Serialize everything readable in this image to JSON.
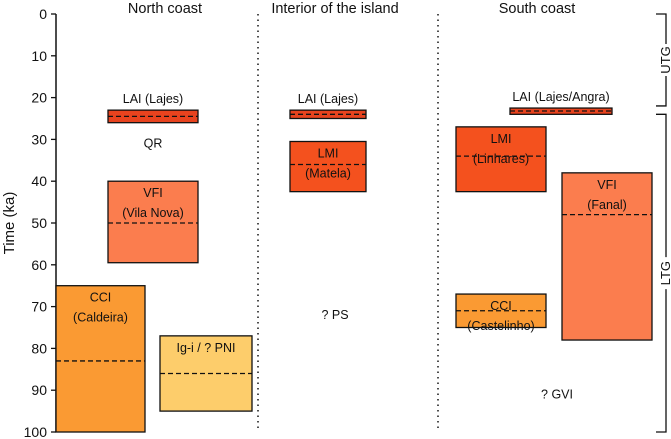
{
  "chart_data": {
    "type": "range-bar",
    "ylabel": "Time (ka)",
    "ylim": [
      0,
      100
    ],
    "y_inverted": true,
    "y_ticks": [
      "0",
      "10",
      "20",
      "30",
      "40",
      "50",
      "60",
      "70",
      "80",
      "90",
      "100"
    ],
    "columns": [
      {
        "title": "North coast"
      },
      {
        "title": "Interior of the island"
      },
      {
        "title": "South coast"
      }
    ],
    "boxes": [
      {
        "column": 0,
        "lane": "full",
        "labels": [
          "LAI (Lajes)"
        ],
        "label_pos": "above",
        "top": 23,
        "bottom": 26,
        "dash": 24.5,
        "color": "#e8431e"
      },
      {
        "column": 0,
        "lane": "mid",
        "labels": [
          "VFI",
          "(Vila Nova)"
        ],
        "label_pos": "inside",
        "top": 40,
        "bottom": 59.5,
        "dash": 50,
        "color": "#fb7d4e"
      },
      {
        "column": 0,
        "lane": "left",
        "labels": [
          "CCI",
          "(Caldeira)"
        ],
        "label_pos": "inside",
        "top": 65,
        "bottom": 100,
        "dash": 83,
        "color": "#fa9a33"
      },
      {
        "column": 0,
        "lane": "right",
        "labels": [
          "Ig-i / ? PNI"
        ],
        "label_pos": "inside",
        "top": 77,
        "bottom": 95,
        "dash": 86,
        "color": "#fdcd6b"
      },
      {
        "column": 1,
        "lane": "full",
        "labels": [
          "LAI (Lajes)"
        ],
        "label_pos": "above",
        "top": 23,
        "bottom": 25,
        "dash": 24,
        "color": "#e8431e"
      },
      {
        "column": 1,
        "lane": "full",
        "labels": [
          "LMI",
          "(Matela)"
        ],
        "label_pos": "inside",
        "top": 30.5,
        "bottom": 42.5,
        "dash": 36,
        "color": "#f4511e"
      },
      {
        "column": 2,
        "lane": "mid",
        "labels": [
          "LAI (Lajes/Angra)"
        ],
        "label_pos": "above",
        "top": 22.5,
        "bottom": 24,
        "dash": 23.2,
        "color": "#e8431e"
      },
      {
        "column": 2,
        "lane": "left",
        "labels": [
          "LMI",
          "(Linhares)"
        ],
        "label_pos": "inside",
        "top": 27,
        "bottom": 42.5,
        "dash": 34,
        "color": "#f4511e"
      },
      {
        "column": 2,
        "lane": "left",
        "labels": [
          "CCI",
          "(Castelinho)"
        ],
        "label_pos": "inside",
        "top": 67,
        "bottom": 75,
        "dash": 71,
        "color": "#fa9a33"
      },
      {
        "column": 2,
        "lane": "right",
        "labels": [
          "VFI",
          "(Fanal)"
        ],
        "label_pos": "inside",
        "top": 38,
        "bottom": 78,
        "dash": 48,
        "color": "#fb7d4e"
      }
    ],
    "annotations": [
      {
        "column": 0,
        "text": "QR",
        "y": 31
      },
      {
        "column": 1,
        "text": "? PS",
        "y": 72
      },
      {
        "column": 2,
        "text": "? GVI",
        "y": 91
      }
    ],
    "zones": [
      {
        "label": "UTG",
        "from": 0,
        "to": 22
      },
      {
        "label": "LTG",
        "from": 24,
        "to": 100
      }
    ]
  }
}
